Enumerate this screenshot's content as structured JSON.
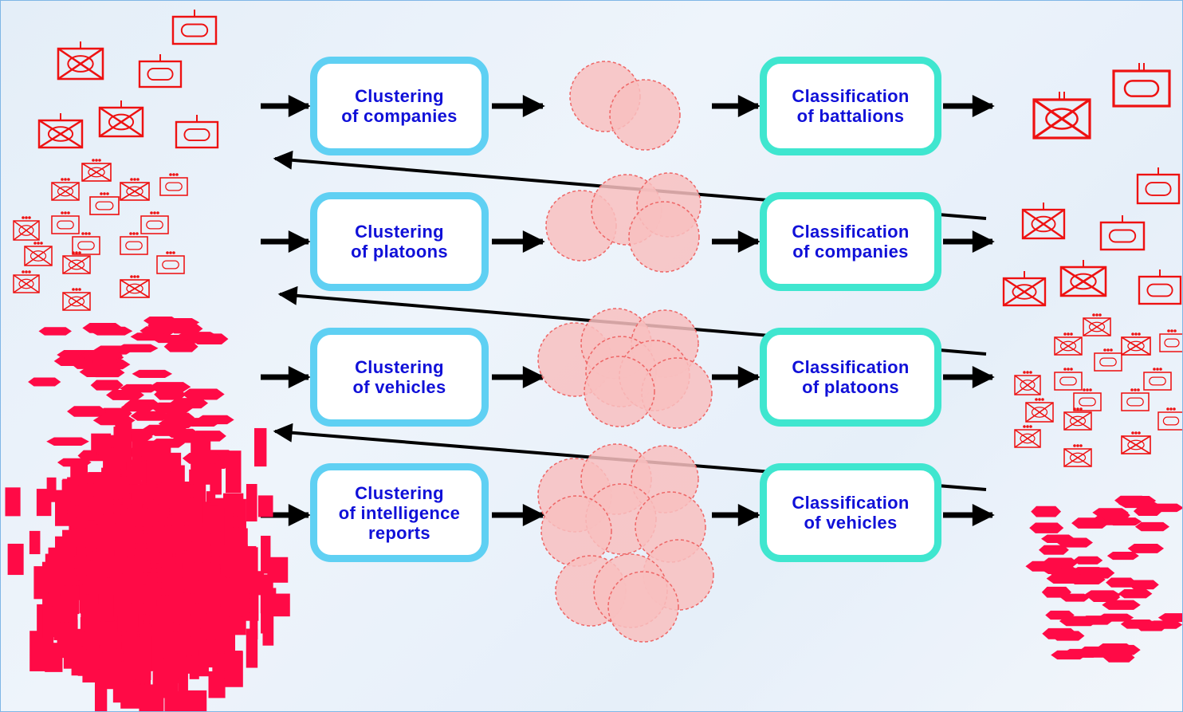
{
  "colors": {
    "unit_red": "#ee1111",
    "vehicle_red": "#ff0a46",
    "cluster_fill": "#f8c0c0",
    "cluster_stroke": "#ee6666",
    "clustering_border": "#5fd0f3",
    "classification_border": "#3fe6cf",
    "text_blue": "#1010d8",
    "arrow": "#000000"
  },
  "clustering": [
    {
      "lines": [
        "Clustering",
        "of companies"
      ]
    },
    {
      "lines": [
        "Clustering",
        "of platoons"
      ]
    },
    {
      "lines": [
        "Clustering",
        "of vehicles"
      ]
    },
    {
      "lines": [
        "Clustering",
        "of intelligence",
        "reports"
      ]
    }
  ],
  "classification": [
    {
      "lines": [
        "Classification",
        "of battalions"
      ]
    },
    {
      "lines": [
        "Classification",
        "of companies"
      ]
    },
    {
      "lines": [
        "Classification",
        "of platoons"
      ]
    },
    {
      "lines": [
        "Classification",
        "of vehicles"
      ]
    }
  ],
  "icons": {
    "input_symbols": "military-unit-symbol-icons",
    "output_symbols": "military-unit-symbol-icons",
    "vehicles": "vehicle-icons",
    "clusters": "cluster-circle-icons"
  }
}
